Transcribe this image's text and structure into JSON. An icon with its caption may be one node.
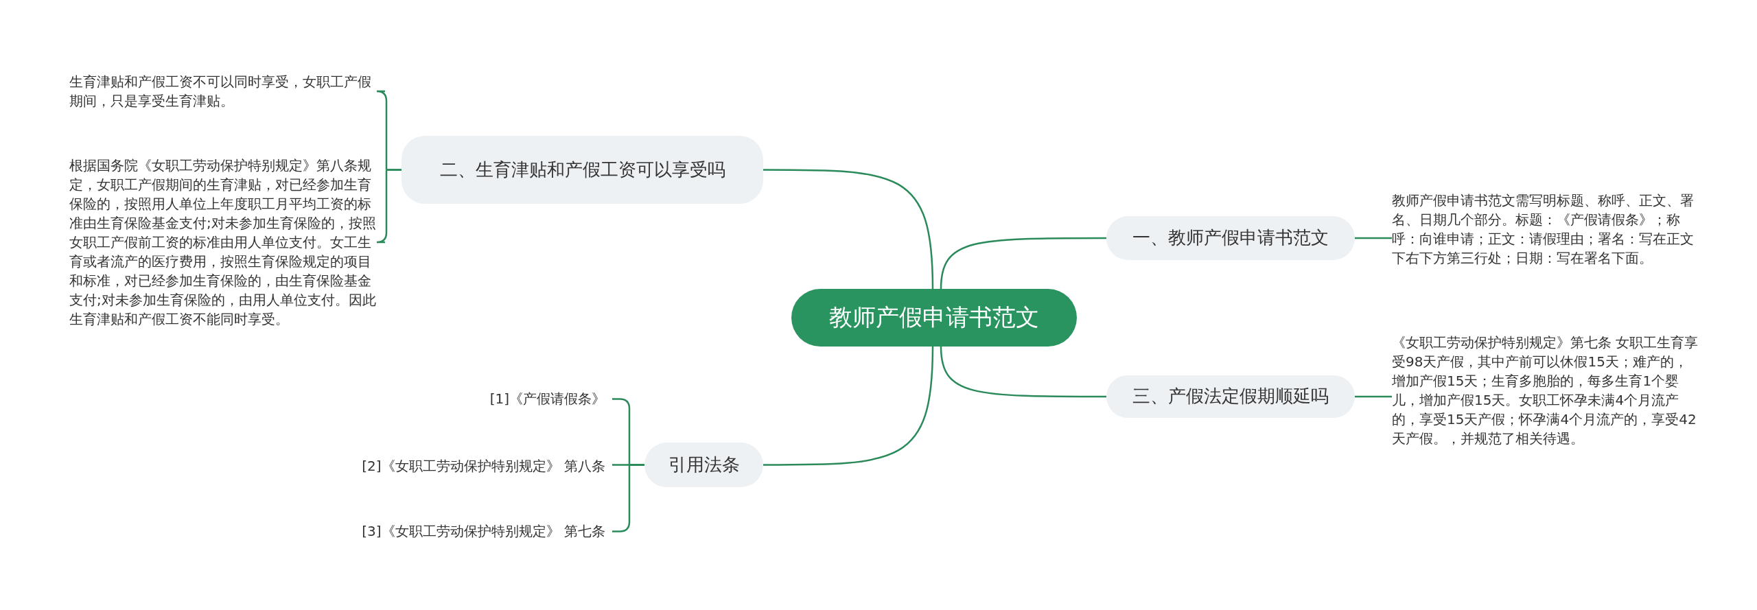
{
  "diagram": {
    "nodes": [
      {
        "text": [
          "教师产假申请书范文"
        ]
      },
      {
        "text": [
          "一、教师产假申请书范文"
        ]
      },
      {
        "text": [
          "教师产假申请书范文需写明标题、称呼、正文、署名、日期几个部分。标题：《产假请假条》；称呼：向谁申请；正文：请假理由；署名：写在正文下右下方第三行处；日期：写在署名下面。"
        ]
      },
      {
        "text": [
          "二、生育津贴和产假工资可以享受吗"
        ]
      },
      {
        "text": [
          "生育津贴和产假工资不可以同时享受，女职工产假期间，只是享受生育津贴。"
        ]
      },
      {
        "text": [
          "根据国务院《女职工劳动保护特别规定》第八条规定，女职工产假期间的生育津贴，对已经参加生育保险的，按照用人单位上年度职工月平均工资的标准由生育保险基金支付;对未参加生育保险的，按照女职工产假前工资的标准由用人单位支付。女工生育或者流产的医疗费用，按照生育保险规定的项目和标准，对已经参加生育保险的，由生育保险基金支付;对未参加生育保险的，由用人单位支付。因此生育津贴和产假工资不能同时享受。"
        ]
      },
      {
        "text": [
          "三、产假法定假期顺延吗"
        ]
      },
      {
        "text": [
          "《女职工劳动保护特别规定》第七条 女职工生育享受98天产假，其中产前可以休假15天；难产的，增加产假15天；生育多胞胎的，每多生育1个婴儿，增加产假15天。女职工怀孕未满4个月流产的，享受15天产假；怀孕满4个月流产的，享受42天产假。，并规范了相关待遇。"
        ]
      },
      {
        "text": [
          "引用法条"
        ]
      },
      {
        "text": [
          "[1]《产假请假条》"
        ]
      },
      {
        "text": [
          "[2]《女职工劳动保护特别规定》 第八条"
        ]
      },
      {
        "text": [
          "[3]《女职工劳动保护特别规定》 第七条"
        ]
      }
    ],
    "edges": [
      {
        "from": 0,
        "to": 1,
        "arrow": "none"
      },
      {
        "from": 1,
        "to": 2,
        "arrow": "none"
      },
      {
        "from": 0,
        "to": 3,
        "arrow": "none"
      },
      {
        "from": 3,
        "to": 4,
        "arrow": "none"
      },
      {
        "from": 3,
        "to": 5,
        "arrow": "none"
      },
      {
        "from": 0,
        "to": 6,
        "arrow": "none"
      },
      {
        "from": 6,
        "to": 7,
        "arrow": "none"
      },
      {
        "from": 0,
        "to": 8,
        "arrow": "none"
      },
      {
        "from": 8,
        "to": 9,
        "arrow": "none"
      },
      {
        "from": 8,
        "to": 10,
        "arrow": "none"
      },
      {
        "from": 8,
        "to": 11,
        "arrow": "none"
      }
    ]
  }
}
